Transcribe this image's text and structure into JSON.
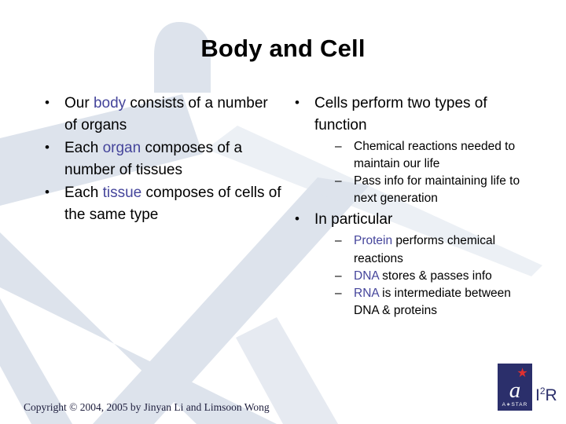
{
  "slide": {
    "title": "Body and Cell",
    "background_color": "#ffffff",
    "watermark_color": "#dde3ec",
    "highlight_color": "#45459b",
    "text_color": "#000000"
  },
  "left_column": {
    "bullets": [
      {
        "pre": "Our ",
        "highlight": "body",
        "post": " consists of a number of organs"
      },
      {
        "pre": "Each ",
        "highlight": "organ",
        "post": " composes of a number of tissues"
      },
      {
        "pre": "Each ",
        "highlight": "tissue",
        "post": " composes of cells of the same type"
      }
    ]
  },
  "right_column": {
    "bullets": [
      {
        "text": "Cells perform two types of function",
        "sub": [
          {
            "pre": "",
            "highlight": "",
            "post": "Chemical reactions needed to maintain our life"
          },
          {
            "pre": "",
            "highlight": "",
            "post": "Pass info for maintaining life to next generation"
          }
        ]
      },
      {
        "text": "In particular",
        "sub": [
          {
            "pre": "",
            "highlight": "Protein",
            "post": " performs chemical reactions"
          },
          {
            "pre": "",
            "highlight": "DNA",
            "post": " stores & passes info"
          },
          {
            "pre": "",
            "highlight": "RNA",
            "post": " is intermediate between DNA & proteins"
          }
        ]
      }
    ]
  },
  "footer": {
    "copyright": "Copyright © 2004, 2005 by Jinyan Li and Limsoon Wong"
  },
  "logo": {
    "letter": "a",
    "star": "★",
    "astar_text": "A∗STAR",
    "i2r_main": "I",
    "i2r_sup": "2",
    "i2r_tail": "R",
    "mark_color": "#2b2f6b",
    "star_color": "#e03030"
  }
}
